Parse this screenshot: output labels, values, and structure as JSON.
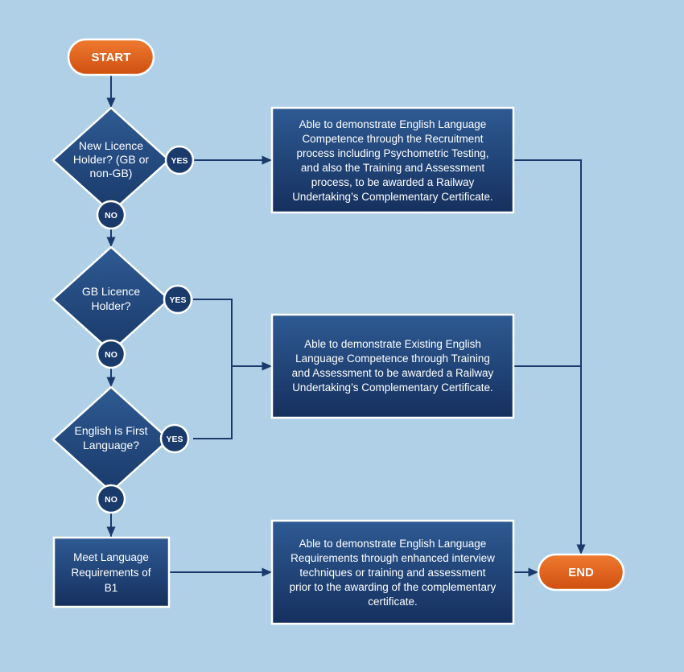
{
  "diagram": {
    "start": {
      "label": "START"
    },
    "end": {
      "label": "END"
    },
    "decisions": [
      {
        "id": "new-licence",
        "lines": [
          "New Licence",
          "Holder? (GB or",
          "non-GB)"
        ]
      },
      {
        "id": "gb-licence",
        "lines": [
          "GB Licence",
          "Holder?"
        ]
      },
      {
        "id": "english-first",
        "lines": [
          "English is First",
          "Language?"
        ]
      }
    ],
    "processes": [
      {
        "id": "recruitment",
        "lines": [
          "Able to demonstrate English Language",
          "Competence through the Recruitment",
          "process including Psychometric Testing,",
          "and also the Training and Assessment",
          "process, to be awarded a Railway",
          "Undertaking’s Complementary Certificate."
        ]
      },
      {
        "id": "existing",
        "lines": [
          "Able to demonstrate Existing English",
          "Language Competence through Training",
          "and Assessment to be awarded a Railway",
          "Undertaking’s Complementary Certificate."
        ]
      },
      {
        "id": "b1",
        "lines": [
          "Meet Language",
          "Requirements of",
          "B1"
        ]
      },
      {
        "id": "enhanced",
        "lines": [
          "Able to demonstrate English Language",
          "Requirements through enhanced interview",
          "techniques or training and assessment",
          "prior to the awarding of the complementary",
          "certificate."
        ]
      }
    ],
    "badges": {
      "yes": "YES",
      "no": "NO"
    },
    "colors": {
      "background": "#b0d0e8",
      "terminal": "#e0601a",
      "node_fill": "#2b4f86",
      "node_fill_dark": "#15305e",
      "border": "#ffffff",
      "connector": "#1a3a6b"
    }
  }
}
